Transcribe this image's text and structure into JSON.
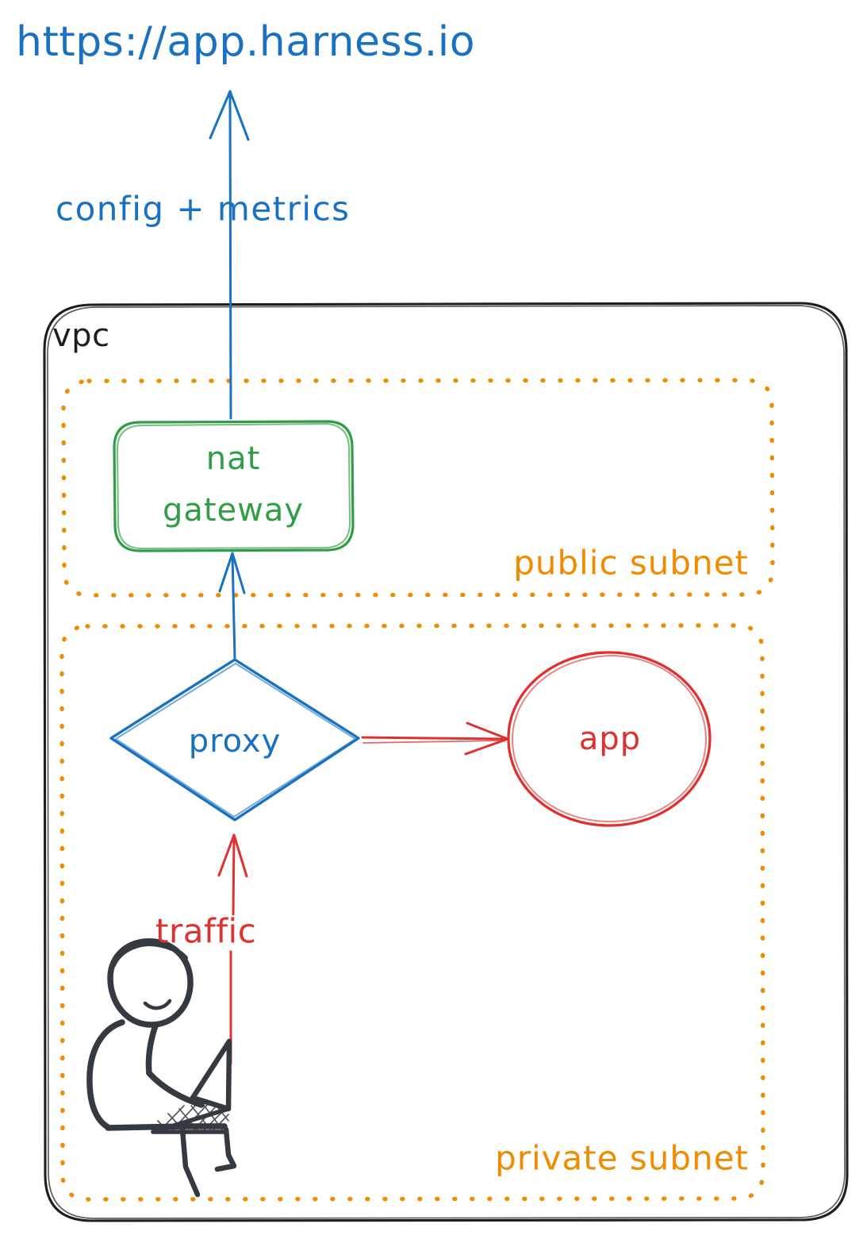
{
  "diagram": {
    "title": "Harness VPC network architecture (hand-drawn style)",
    "style": "hand-drawn sketch",
    "background_color": "#ffffff"
  },
  "colors": {
    "blue": "#1971c2",
    "green": "#2f9e44",
    "orange": "#f08c00",
    "red": "#e03131",
    "ink": "#343a40"
  },
  "external": {
    "url_label": "https://app.harness.io",
    "flow_label": "config + metrics"
  },
  "vpc": {
    "label": "vpc"
  },
  "public_subnet": {
    "label": "public subnet",
    "nodes": [
      {
        "id": "nat-gateway",
        "label_line1": "nat",
        "label_line2": "gateway",
        "shape": "rounded-rect",
        "color": "green"
      }
    ]
  },
  "private_subnet": {
    "label": "private subnet",
    "nodes": [
      {
        "id": "proxy",
        "label": "proxy",
        "shape": "diamond",
        "color": "blue"
      },
      {
        "id": "app",
        "label": "app",
        "shape": "ellipse",
        "color": "red"
      },
      {
        "id": "user",
        "label": "",
        "shape": "stick-figure-with-laptop",
        "color": "ink"
      }
    ]
  },
  "edges": [
    {
      "id": "nat-to-internet",
      "from": "nat-gateway",
      "to": "https://app.harness.io",
      "label": "config + metrics",
      "color": "blue",
      "direction": "up"
    },
    {
      "id": "proxy-to-nat",
      "from": "proxy",
      "to": "nat-gateway",
      "label": "",
      "color": "blue",
      "direction": "up"
    },
    {
      "id": "proxy-to-app",
      "from": "proxy",
      "to": "app",
      "label": "",
      "color": "red",
      "direction": "right"
    },
    {
      "id": "user-to-proxy",
      "from": "user",
      "to": "proxy",
      "label": "traffic",
      "color": "red",
      "direction": "up"
    }
  ],
  "labels": {
    "traffic": "traffic"
  }
}
